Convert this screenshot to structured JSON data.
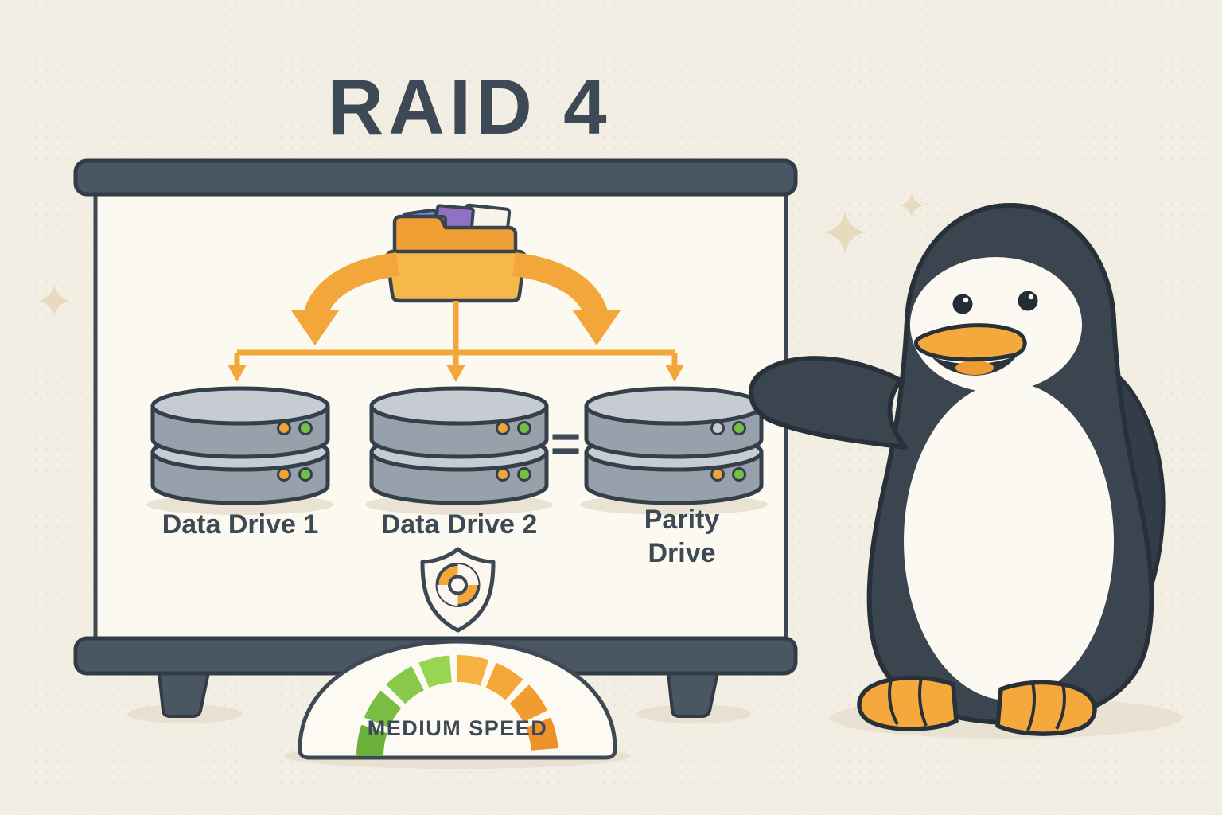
{
  "title": "RAID 4",
  "board": {
    "drive1_label": "Data Drive 1",
    "drive2_label": "Data Drive 2",
    "equals_sign": "=",
    "parity_label_line1": "Parity",
    "parity_label_line2": "Drive"
  },
  "gauge": {
    "label": "MEDIUM SPEED",
    "segment_colors": [
      "#6cb03c",
      "#7abd43",
      "#88c94b",
      "#97d553",
      "#f6b140",
      "#f4a637",
      "#f19c2f",
      "#ee9128"
    ]
  },
  "colors": {
    "accent_orange": "#f3a73a",
    "folder_back": "#ef9f33",
    "folder_front": "#f6b84a",
    "status_green": "#74c044",
    "dark_slate": "#3d4955",
    "background_cream": "#f3eee3",
    "board_fill": "#fcf9f1",
    "penguin_body": "#3a4550",
    "penguin_white": "#fcf9f2",
    "beak_feet_orange": "#f5a93c"
  },
  "icons": {
    "folder": "folder-with-files-icon",
    "shield": "lifebuoy-shield-icon",
    "disk": "disk-stack-icon",
    "sparkle": "sparkle-icon",
    "penguin": "penguin-mascot",
    "gauge": "speedometer-gauge"
  }
}
